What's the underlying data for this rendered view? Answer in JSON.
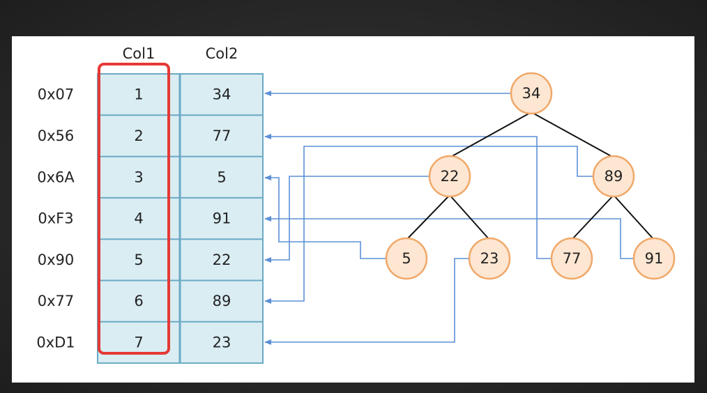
{
  "table": {
    "headers": [
      "Col1",
      "Col2"
    ],
    "rows": [
      {
        "address": "0x07",
        "col1": "1",
        "col2": "34"
      },
      {
        "address": "0x56",
        "col1": "2",
        "col2": "77"
      },
      {
        "address": "0x6A",
        "col1": "3",
        "col2": "5"
      },
      {
        "address": "0xF3",
        "col1": "4",
        "col2": "91"
      },
      {
        "address": "0x90",
        "col1": "5",
        "col2": "22"
      },
      {
        "address": "0x77",
        "col1": "6",
        "col2": "89"
      },
      {
        "address": "0xD1",
        "col1": "7",
        "col2": "23"
      }
    ]
  },
  "tree": {
    "nodes": [
      {
        "id": "n34",
        "label": "34",
        "row": 0
      },
      {
        "id": "n22",
        "label": "22",
        "row": 4
      },
      {
        "id": "n89",
        "label": "89",
        "row": 5
      },
      {
        "id": "n5",
        "label": "5",
        "row": 2
      },
      {
        "id": "n23",
        "label": "23",
        "row": 6
      },
      {
        "id": "n77",
        "label": "77",
        "row": 1
      },
      {
        "id": "n91",
        "label": "91",
        "row": 3
      }
    ],
    "edges": [
      {
        "from": "n34",
        "to": "n22"
      },
      {
        "from": "n34",
        "to": "n89"
      },
      {
        "from": "n22",
        "to": "n5"
      },
      {
        "from": "n22",
        "to": "n23"
      },
      {
        "from": "n89",
        "to": "n77"
      },
      {
        "from": "n89",
        "to": "n91"
      }
    ]
  },
  "colors": {
    "table_fill": "#d9edf3",
    "table_border": "#6aaac4",
    "highlight": "#e53935",
    "node_fill": "#fde6d2",
    "node_border": "#f0a868",
    "arrow": "#5b8fd6"
  }
}
